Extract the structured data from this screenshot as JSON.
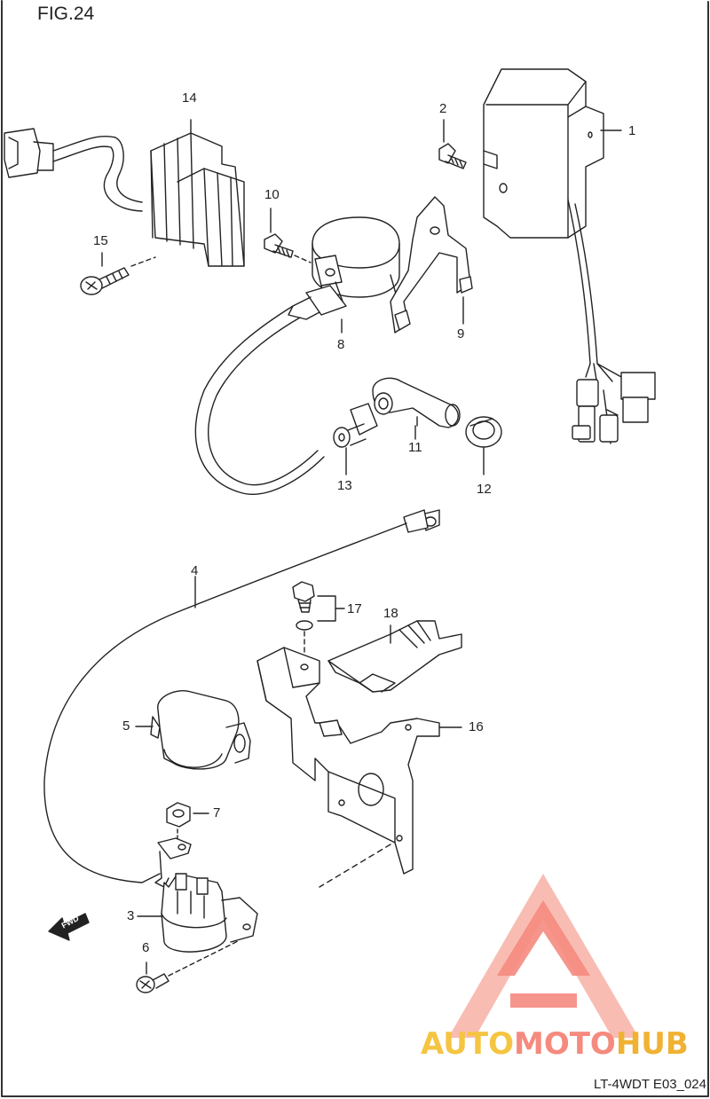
{
  "figure": {
    "title": "FIG.24",
    "ref_code": "LT-4WDT E03_024",
    "fwd_label": "FWD"
  },
  "watermark": {
    "part1": "AUTO",
    "part2": "MOTO",
    "part3": "HUB",
    "colors": {
      "auto": "#f5c542",
      "moto": "#f58a7e",
      "hub": "#f0b232"
    }
  },
  "parts": [
    {
      "id": "1",
      "label": "1"
    },
    {
      "id": "2",
      "label": "2"
    },
    {
      "id": "3",
      "label": "3"
    },
    {
      "id": "4",
      "label": "4"
    },
    {
      "id": "5",
      "label": "5"
    },
    {
      "id": "6",
      "label": "6"
    },
    {
      "id": "7",
      "label": "7"
    },
    {
      "id": "8",
      "label": "8"
    },
    {
      "id": "9",
      "label": "9"
    },
    {
      "id": "10",
      "label": "10"
    },
    {
      "id": "11",
      "label": "11"
    },
    {
      "id": "12",
      "label": "12"
    },
    {
      "id": "13",
      "label": "13"
    },
    {
      "id": "14",
      "label": "14"
    },
    {
      "id": "15",
      "label": "15"
    },
    {
      "id": "16",
      "label": "16"
    },
    {
      "id": "17",
      "label": "17"
    },
    {
      "id": "18",
      "label": "18"
    }
  ]
}
